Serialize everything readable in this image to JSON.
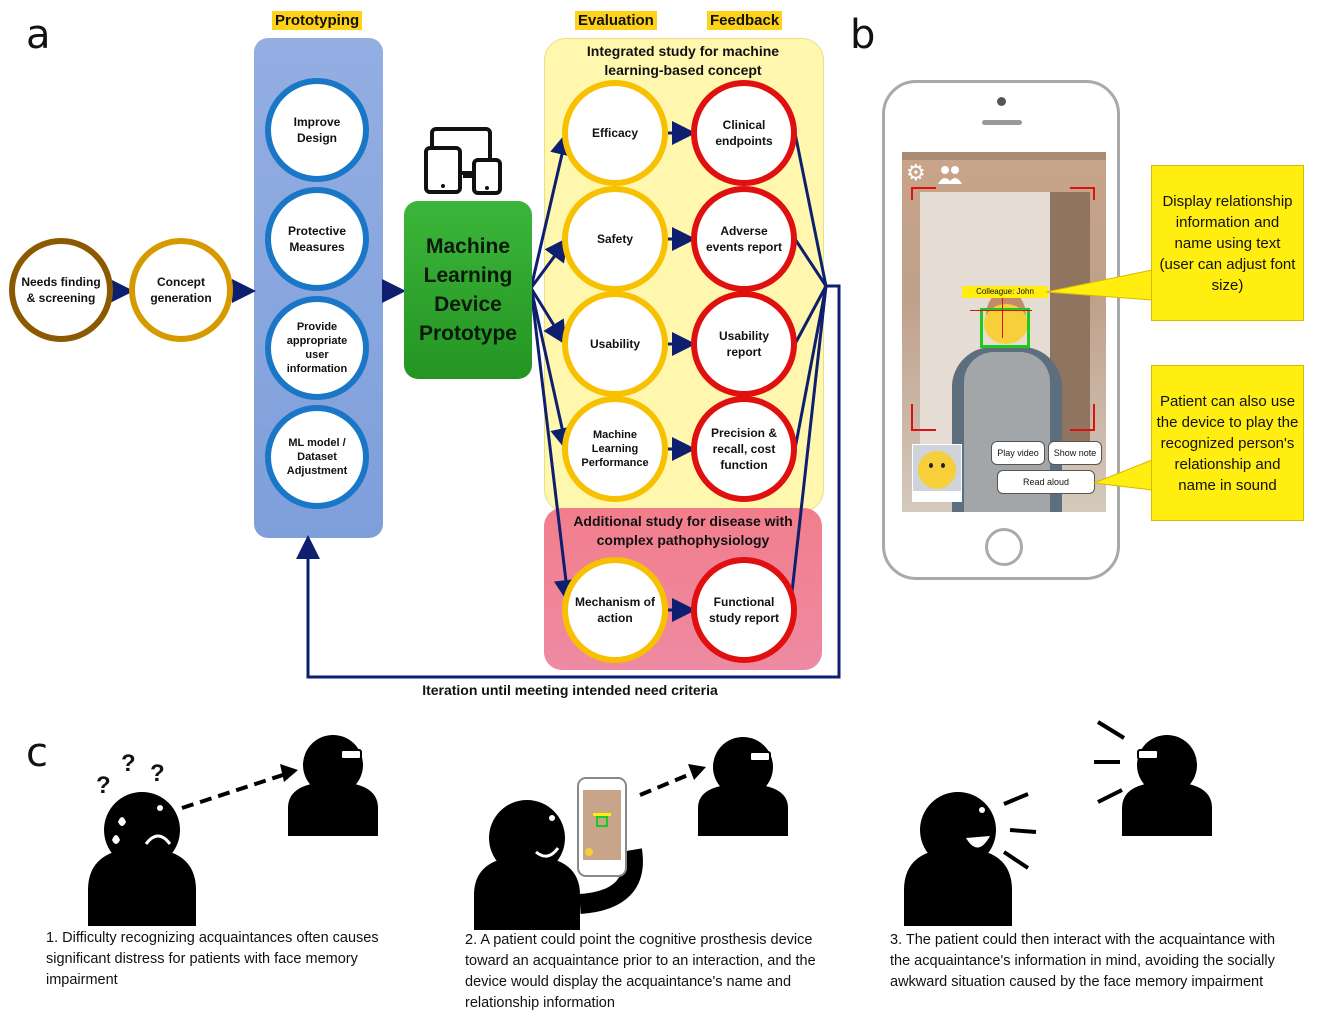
{
  "panels": {
    "a": "a",
    "b": "b",
    "c": "c"
  },
  "stage_tags": {
    "prototyping": "Prototyping",
    "evaluation": "Evaluation",
    "feedback": "Feedback"
  },
  "start_nodes": {
    "needs": "Needs finding & screening",
    "concept": "Concept generation"
  },
  "prototyping_nodes": [
    "Improve Design",
    "Protective Measures",
    "Provide appropriate user information",
    "ML model / Dataset Adjustment"
  ],
  "ml_device": "Machine Learning Device Prototype",
  "integrated_title": "Integrated study for machine learning-based concept",
  "additional_title": "Additional study for disease with complex pathophysiology",
  "evaluation_nodes": [
    "Efficacy",
    "Safety",
    "Usability",
    "Machine Learning Performance",
    "Mechanism of action"
  ],
  "feedback_nodes": [
    "Clinical endpoints",
    "Adverse events report",
    "Usability report",
    "Precision & recall, cost function",
    "Functional study report"
  ],
  "iteration_label": "Iteration until meeting intended need criteria",
  "phone": {
    "name_tag": "Colleague: John",
    "buttons": {
      "play_video": "Play video",
      "show_note": "Show note",
      "read_aloud": "Read aloud"
    }
  },
  "callouts": {
    "display": "Display relationship information and name using text (user can adjust font size)",
    "sound": "Patient can also use the device to play the recognized person's relationship and name in sound"
  },
  "captions": [
    "1. Difficulty recognizing acquaintances often causes significant distress for patients with face memory impairment",
    "2. A patient could point the cognitive prosthesis device toward an acquaintance prior to an interaction, and the device would display the acquaintance's name and relationship information",
    "3. The patient could then interact with the acquaintance with the acquaintance's information in mind, avoiding the socially awkward situation caused by the face memory impairment"
  ],
  "question_marks": [
    "?",
    "?",
    "?"
  ],
  "colors": {
    "navy_arrow": "#0d1f6e",
    "blue_panel": "#8aa7dd",
    "yellow_panel": "#fff8b0",
    "pink_panel": "#ef7e90",
    "green_device": "#2fa32a",
    "callout_yellow": "#ffee10"
  }
}
